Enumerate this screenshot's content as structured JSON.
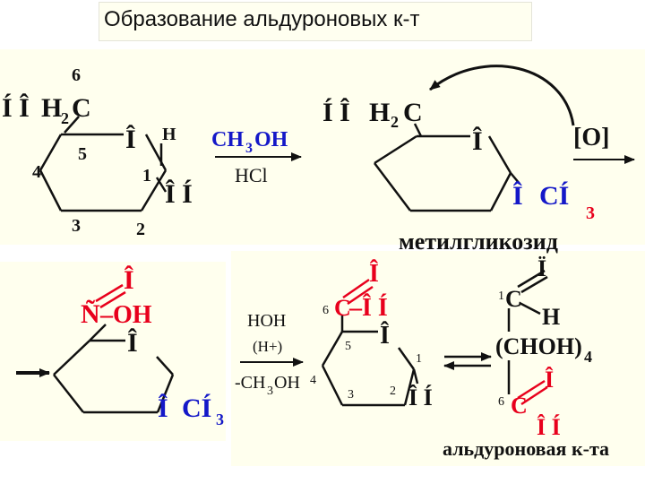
{
  "title": "Образование альдуроновых к-т",
  "colors": {
    "panel_bg": "#ffffee",
    "red": "#e8001c",
    "blue": "#1418c8",
    "black": "#111111"
  },
  "panel1": {
    "ch2_prefix": "Í Î",
    "ch2_h": "H",
    "ch2_sub": "2",
    "ch2_c": "C",
    "c6": "6",
    "c5": "5",
    "c4": "4",
    "c3": "3",
    "c2": "2",
    "c1": "1",
    "ring_o": "Î",
    "anomeric_h": "H",
    "anomeric_oh": "Î Í"
  },
  "reaction1": {
    "reagent_ch": "CH",
    "reagent_sub": "3",
    "reagent_oh": "OH",
    "catalyst": "HCl"
  },
  "panel2": {
    "ch2_prefix": "Í Î",
    "ch2_h": "H",
    "ch2_sub": "2",
    "ch2_c": "C",
    "ring_o": "Î",
    "och3_o": "Î",
    "och3_c": "CÍ",
    "och3_sub": "3",
    "oxidant": "[O]",
    "name": "метилгликозид"
  },
  "panel3": {
    "carbonyl_o": "Î",
    "cooh_c": "Ñ",
    "cooh_oh": "–OH",
    "ring_o": "Î",
    "och3_o": "Î",
    "och3_c": "CÍ",
    "och3_sub": "3"
  },
  "reaction2": {
    "reagent": "HOH",
    "catalyst": "(H+)",
    "eliminated": "-CH",
    "eliminated_sub": "3",
    "eliminated_oh": "OH"
  },
  "panel4": {
    "carbonyl_o": "Î",
    "c6": "6",
    "c_label": "C",
    "oh": "–Î Í",
    "ring_o": "Î",
    "c5": "5",
    "c4": "4",
    "c3": "3",
    "c2": "2",
    "c1": "1",
    "anomeric_oh": "Î Í"
  },
  "panel5": {
    "top_o": "Ï",
    "c1_num": "1",
    "c1": "C",
    "h": "H",
    "chain": "(CHOH)",
    "chain_sub": "4",
    "o6": "Î",
    "c6_num": "6",
    "c6": "C",
    "c6_oh": "Î Í",
    "name": "альдуроновая к-та"
  }
}
